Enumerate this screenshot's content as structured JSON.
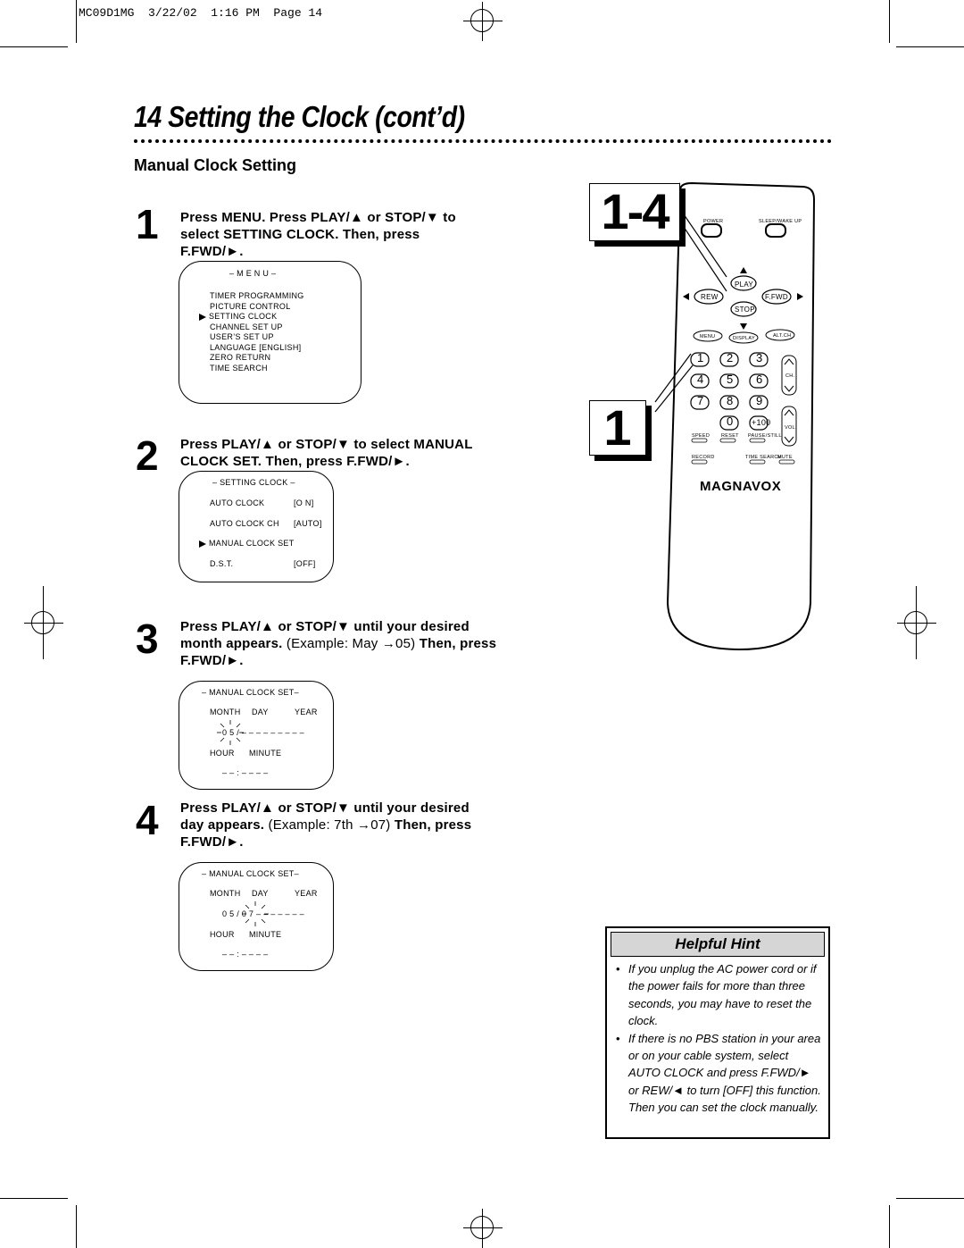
{
  "header": {
    "slug": "MC09D1MG  3/22/02  1:16 PM  Page 14"
  },
  "page": {
    "title": "14  Setting the Clock (cont’d)",
    "section": "Manual Clock Setting"
  },
  "steps": [
    {
      "number": "1",
      "lines": [
        "Press MENU. Press PLAY/▲ or STOP/▼ to",
        "select SETTING CLOCK. Then, press",
        "F.FWD/►."
      ]
    },
    {
      "number": "2",
      "lines": [
        "Press PLAY/▲ or STOP/▼ to select MANUAL",
        "CLOCK SET. Then, press F.FWD/►."
      ]
    },
    {
      "number": "3",
      "line1": "Press PLAY/▲ or STOP/▼ until your desired",
      "line2_bold_a": "month appears.",
      "line2_normal": " (Example: May →05) ",
      "line2_bold_b": "Then, press",
      "line3": "F.FWD/►."
    },
    {
      "number": "4",
      "line1": "Press PLAY/▲ or STOP/▼ until your desired",
      "line2_bold_a": "day appears.",
      "line2_normal": " (Example: 7th →07) ",
      "line2_bold_b": "Then, press",
      "line3": "F.FWD/►."
    }
  ],
  "menu_screen": {
    "title": "– M E N U –",
    "items": [
      "TIMER PROGRAMMING",
      "PICTURE CONTROL",
      "SETTING CLOCK",
      "CHANNEL SET UP",
      "USER’S SET UP",
      "LANGUAGE [ENGLISH]",
      "ZERO RETURN",
      "TIME SEARCH"
    ],
    "selected_index": 2
  },
  "setting_clock_screen": {
    "title": "– SETTING CLOCK –",
    "rows": [
      {
        "label": "AUTO CLOCK",
        "value": "[O N]"
      },
      {
        "label": "AUTO CLOCK CH",
        "value": "[AUTO]"
      },
      {
        "label": "MANUAL CLOCK SET",
        "value": ""
      },
      {
        "label": "D.S.T.",
        "value": "[OFF]"
      }
    ],
    "selected_index": 2
  },
  "manual_clock_screen_month": {
    "title": "– MANUAL CLOCK SET–",
    "col_month": "MONTH",
    "col_day": "DAY",
    "col_year": "YEAR",
    "date_value": "0 5  /  – –  – – –   – – – –",
    "col_hour": "HOUR",
    "col_minute": "MINUTE",
    "time_value": "– –   :  – –  – –"
  },
  "manual_clock_screen_day": {
    "title": "– MANUAL CLOCK SET–",
    "col_month": "MONTH",
    "col_day": "DAY",
    "col_year": "YEAR",
    "date_value": "0 5  /  0 7  – – –   – – – –",
    "col_hour": "HOUR",
    "col_minute": "MINUTE",
    "time_value": "– –   :  – –  – –"
  },
  "callouts": {
    "steps_1_4": "1-4",
    "step_1": "1"
  },
  "remote": {
    "power": "POWER",
    "sleep": "SLEEP/WAKE UP",
    "play": "PLAY",
    "rew": "REW",
    "ffwd": "F.FWD",
    "stop": "STOP",
    "menu": "MENU",
    "display": "DISPLAY",
    "altch": "ALT.CH",
    "digits": [
      "1",
      "2",
      "3",
      "4",
      "5",
      "6",
      "7",
      "8",
      "9",
      "0"
    ],
    "plus100": "+100",
    "ch": "CH.",
    "vol": "VOL.",
    "speed": "SPEED",
    "reset": "RESET",
    "pause": "PAUSE/STILL",
    "record": "RECORD",
    "time_search": "TIME SEARCH",
    "mute": "MUTE",
    "brand": "MAGNAVOX"
  },
  "helpful_hint": {
    "title": "Helpful Hint",
    "items": [
      "If you unplug the AC power cord or if the power fails for more than three seconds, you may have to reset the clock.",
      "If there is no PBS station in your area or on your cable system, select AUTO CLOCK and press F.FWD/► or REW/◄ to turn [OFF] this function. Then you can set the clock manually."
    ]
  }
}
